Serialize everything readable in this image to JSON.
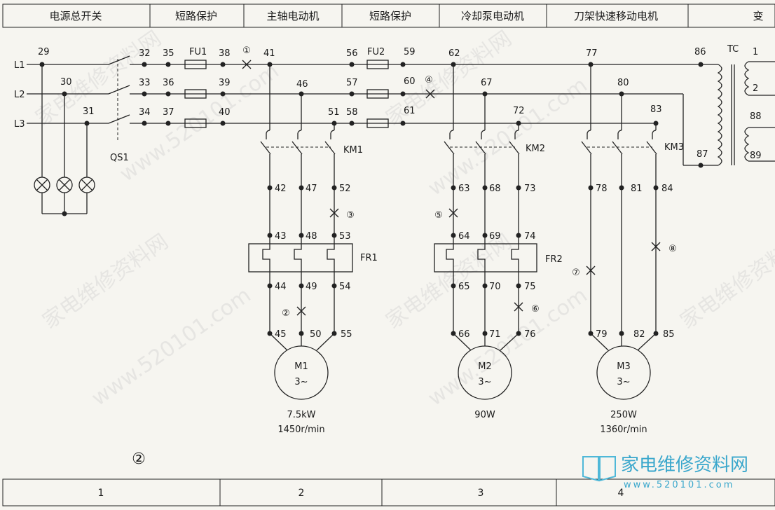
{
  "header": {
    "cells": [
      {
        "label": "电源总开关"
      },
      {
        "label": "短路保护"
      },
      {
        "label": "主轴电动机"
      },
      {
        "label": "短路保护"
      },
      {
        "label": "冷却泵电动机"
      },
      {
        "label": "刀架快速移动电机"
      },
      {
        "label": "变"
      }
    ]
  },
  "footer": {
    "cells": [
      {
        "label": "1"
      },
      {
        "label": "2"
      },
      {
        "label": "3"
      },
      {
        "label": "4"
      }
    ]
  },
  "lines": {
    "l1": "L1",
    "l2": "L2",
    "l3": "L3"
  },
  "components": {
    "qs1": "QS1",
    "fu1": "FU1",
    "fu2": "FU2",
    "km1": "KM1",
    "km2": "KM2",
    "km3": "KM3",
    "fr1": "FR1",
    "fr2": "FR2",
    "tc": "TC"
  },
  "motors": {
    "m1": {
      "name": "M1",
      "phase": "3~",
      "power": "7.5kW",
      "speed": "1450r/min"
    },
    "m2": {
      "name": "M2",
      "phase": "3~",
      "power": "90W"
    },
    "m3": {
      "name": "M3",
      "phase": "3~",
      "power": "250W",
      "speed": "1360r/min"
    }
  },
  "nodes": {
    "n29": "29",
    "n30": "30",
    "n31": "31",
    "n32": "32",
    "n33": "33",
    "n34": "34",
    "n35": "35",
    "n36": "36",
    "n37": "37",
    "n38": "38",
    "n39": "39",
    "n40": "40",
    "n41": "41",
    "n46": "46",
    "n51": "51",
    "n56": "56",
    "n57": "57",
    "n58": "58",
    "n59": "59",
    "n60": "60",
    "n61": "61",
    "n62": "62",
    "n67": "67",
    "n72": "72",
    "n77": "77",
    "n80": "80",
    "n83": "83",
    "n86": "86",
    "n87": "87",
    "n1": "1",
    "n2": "2",
    "n88": "88",
    "n89": "89",
    "n42": "42",
    "n47": "47",
    "n52": "52",
    "n43": "43",
    "n48": "48",
    "n53": "53",
    "n44": "44",
    "n49": "49",
    "n54": "54",
    "n45": "45",
    "n50": "50",
    "n55": "55",
    "n63": "63",
    "n68": "68",
    "n73": "73",
    "n64": "64",
    "n69": "69",
    "n74": "74",
    "n65": "65",
    "n70": "70",
    "n75": "75",
    "n66": "66",
    "n71": "71",
    "n76": "76",
    "n78": "78",
    "n81": "81",
    "n84": "84",
    "n79": "79",
    "n82": "82",
    "n85": "85"
  },
  "faults": {
    "f1": "①",
    "f2": "②",
    "f3": "③",
    "f4": "④",
    "f5": "⑤",
    "f6": "⑥",
    "f7": "⑦",
    "f8": "⑧"
  },
  "page_mark": "②",
  "watermark": {
    "text": "家电维修资料网",
    "url": "www.520101.com",
    "logo_cn": "家电维修资料网",
    "logo_url": "www.520101.com"
  }
}
